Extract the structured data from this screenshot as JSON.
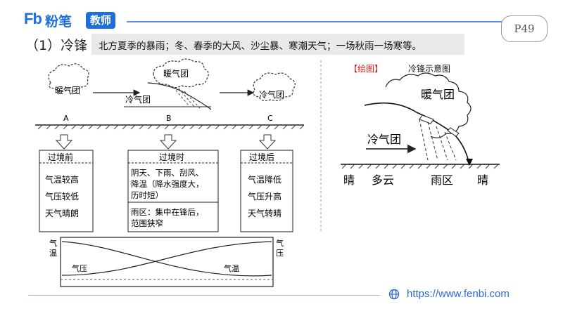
{
  "header": {
    "logo_mark": "Fb",
    "brand": "粉笔",
    "badge": "教师",
    "page_number": "P49"
  },
  "section": {
    "title": "（1）冷锋",
    "examples": "北方夏季的暴雨；冬、春季的大风、沙尘暴、寒潮天气；一场秋雨一场寒等。"
  },
  "left_diagram": {
    "warm_air": "暖气团",
    "cold_air": "冷气团",
    "stage_labels": [
      "A",
      "B",
      "C"
    ],
    "boxes": [
      {
        "title": "过境前",
        "lines": [
          "气温较高",
          "气压较低",
          "天气晴朗"
        ]
      },
      {
        "title": "过境时",
        "lines": [
          "阴天、下雨、刮风、",
          "降温（降水强度大，",
          "历时短）"
        ],
        "extra": [
          "雨区：集中在锋后，",
          "范围狭窄"
        ]
      },
      {
        "title": "过境后",
        "lines": [
          "气温降低",
          "气压升高",
          "天气转晴"
        ]
      }
    ],
    "axis_left": "气温",
    "axis_right": "气压",
    "curve_pressure": "气压",
    "curve_temperature": "气温"
  },
  "right_diagram": {
    "tag": "【绘图】",
    "caption": "冷锋示意图",
    "warm_air": "暖气团",
    "cold_air": "冷气团",
    "ground_labels": [
      "晴",
      "多云",
      "雨区",
      "晴"
    ]
  },
  "footer": {
    "url": "https://www.fenbi.com"
  }
}
